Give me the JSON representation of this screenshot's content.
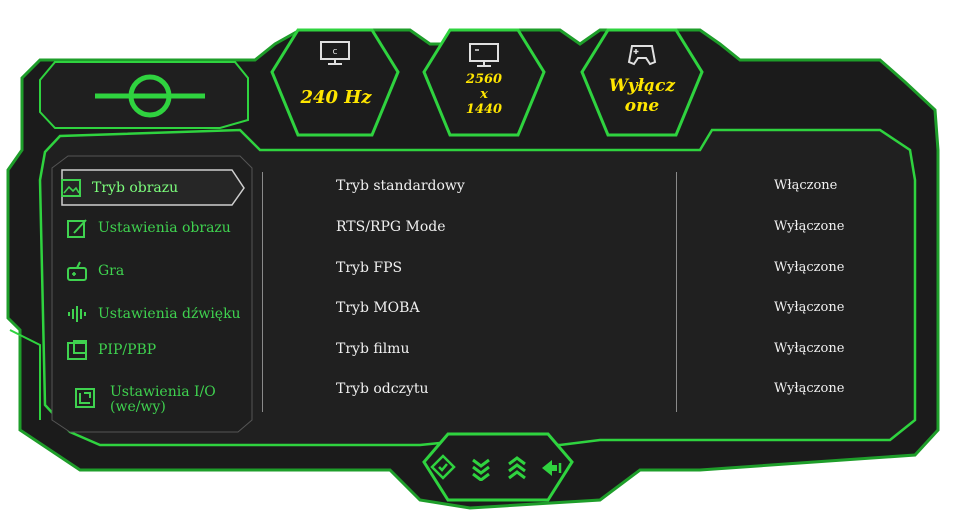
{
  "header": {
    "refresh_rate": "240 Hz",
    "resolution": {
      "line1": "2560",
      "line2": "x",
      "line3": "1440"
    },
    "game_mode": {
      "line1": "Wyłącz",
      "line2": "one"
    },
    "logo_icon": "crosshair-logo-icon",
    "refresh_icon": "monitor-refresh-icon",
    "resolution_icon": "monitor-resolution-icon",
    "game_mode_icon": "gamepad-icon"
  },
  "sidebar": {
    "items": [
      {
        "label": "Tryb obrazu",
        "icon": "picture-icon",
        "active": true
      },
      {
        "label": "Ustawienia obrazu",
        "icon": "picture-settings-icon",
        "active": false
      },
      {
        "label": "Gra",
        "icon": "gamepad-icon",
        "active": false
      },
      {
        "label": "Ustawienia dźwięku",
        "icon": "sound-icon",
        "active": false
      },
      {
        "label": "PIP/PBP",
        "icon": "pip-icon",
        "active": false
      },
      {
        "label_line1": "Ustawienia I/O",
        "label_line2": "(we/wy)",
        "icon": "input-output-icon",
        "active": false
      }
    ]
  },
  "modes": {
    "items": [
      {
        "label": "Tryb standardowy",
        "value": "Włączone"
      },
      {
        "label": "RTS/RPG Mode",
        "value": "Wyłączone"
      },
      {
        "label": "Tryb FPS",
        "value": "Wyłączone"
      },
      {
        "label": "Tryb MOBA",
        "value": "Wyłączone"
      },
      {
        "label": "Tryb filmu",
        "value": "Wyłączone"
      },
      {
        "label": "Tryb odczytu",
        "value": "Wyłączone"
      }
    ]
  },
  "navigation": {
    "icons": [
      "select-icon",
      "down-icon",
      "up-icon",
      "back-icon"
    ]
  },
  "colors": {
    "frame_green": "#2fd33f",
    "panel": "#1a1a1a",
    "text_yellow": "#ffe600",
    "text_white": "#f0f0f0"
  }
}
